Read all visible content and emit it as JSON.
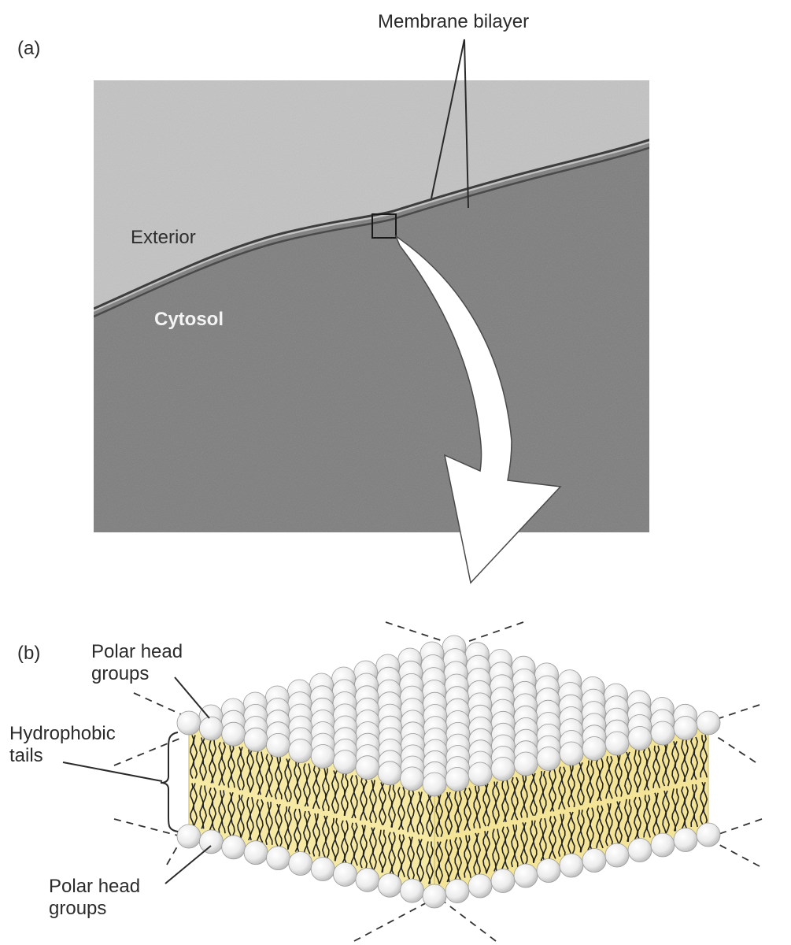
{
  "panel_a": {
    "panel_label": "(a)",
    "membrane_label": "Membrane bilayer",
    "exterior_label": "Exterior",
    "cytosol_label": "Cytosol"
  },
  "panel_b": {
    "panel_label": "(b)",
    "top_heads_label": [
      "Polar head",
      "groups"
    ],
    "tails_label": [
      "Hydrophobic",
      "tails"
    ],
    "bottom_heads_label": [
      "Polar head",
      "groups"
    ]
  },
  "colors": {
    "micrograph_exterior": "#bcbcbc",
    "micrograph_cytosol": "#7b7b7b",
    "membrane_line": "#4a4a4a",
    "bilayer_core": "#f6e9a3",
    "head_fill": "#f2f2f2",
    "tail_stroke": "#222222"
  }
}
